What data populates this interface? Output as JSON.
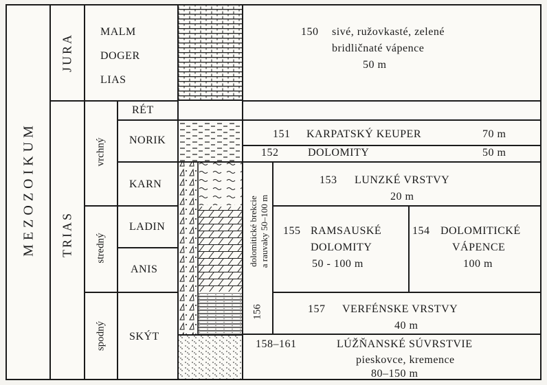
{
  "era": "MEZOZOIKUM",
  "periods": {
    "jura": "JURA",
    "trias": "TRIAS"
  },
  "epochs": {
    "vrchny": "vrchný",
    "stredny": "stredný",
    "spodny": "spodný"
  },
  "stages": {
    "malm": "MALM",
    "doger": "DOGER",
    "lias": "LIAS",
    "ret": "RÉT",
    "norik": "NORIK",
    "karn": "KARN",
    "ladin": "LADIN",
    "anis": "ANIS",
    "skyt": "SKÝT"
  },
  "units": {
    "u150": {
      "num": "150",
      "line1": "sivé, ružovkasté, zelené",
      "line2": "bridličnaté vápence",
      "line3": "50  m"
    },
    "u151": {
      "num": "151",
      "name": "KARPATSKÝ KEUPER",
      "thick": "70 m"
    },
    "u152": {
      "num": "152",
      "name": "DOLOMITY",
      "thick": "50 m"
    },
    "u153": {
      "num": "153",
      "name": "LUNZKÉ VRSTVY",
      "thick": "20 m"
    },
    "u154": {
      "num": "154",
      "name1": "DOLOMITICKÉ",
      "name2": "VÁPENCE",
      "thick": "100 m"
    },
    "u155": {
      "num": "155",
      "name1": "RAMSAUSKÉ",
      "name2": "DOLOMITY",
      "thick": "50 - 100 m"
    },
    "u156": {
      "num": "156",
      "line1": "dolomitické brekcie",
      "line2": "a rauvaky 50–100 m"
    },
    "u157": {
      "num": "157",
      "name": "VERFÉNSKE VRSTVY",
      "thick": "40 m"
    },
    "u158": {
      "num": "158–161",
      "name": "LÚŽŇANSKÉ SÚVRSTVIE",
      "line2": "pieskovce, kremence",
      "thick": "80–150 m"
    }
  }
}
